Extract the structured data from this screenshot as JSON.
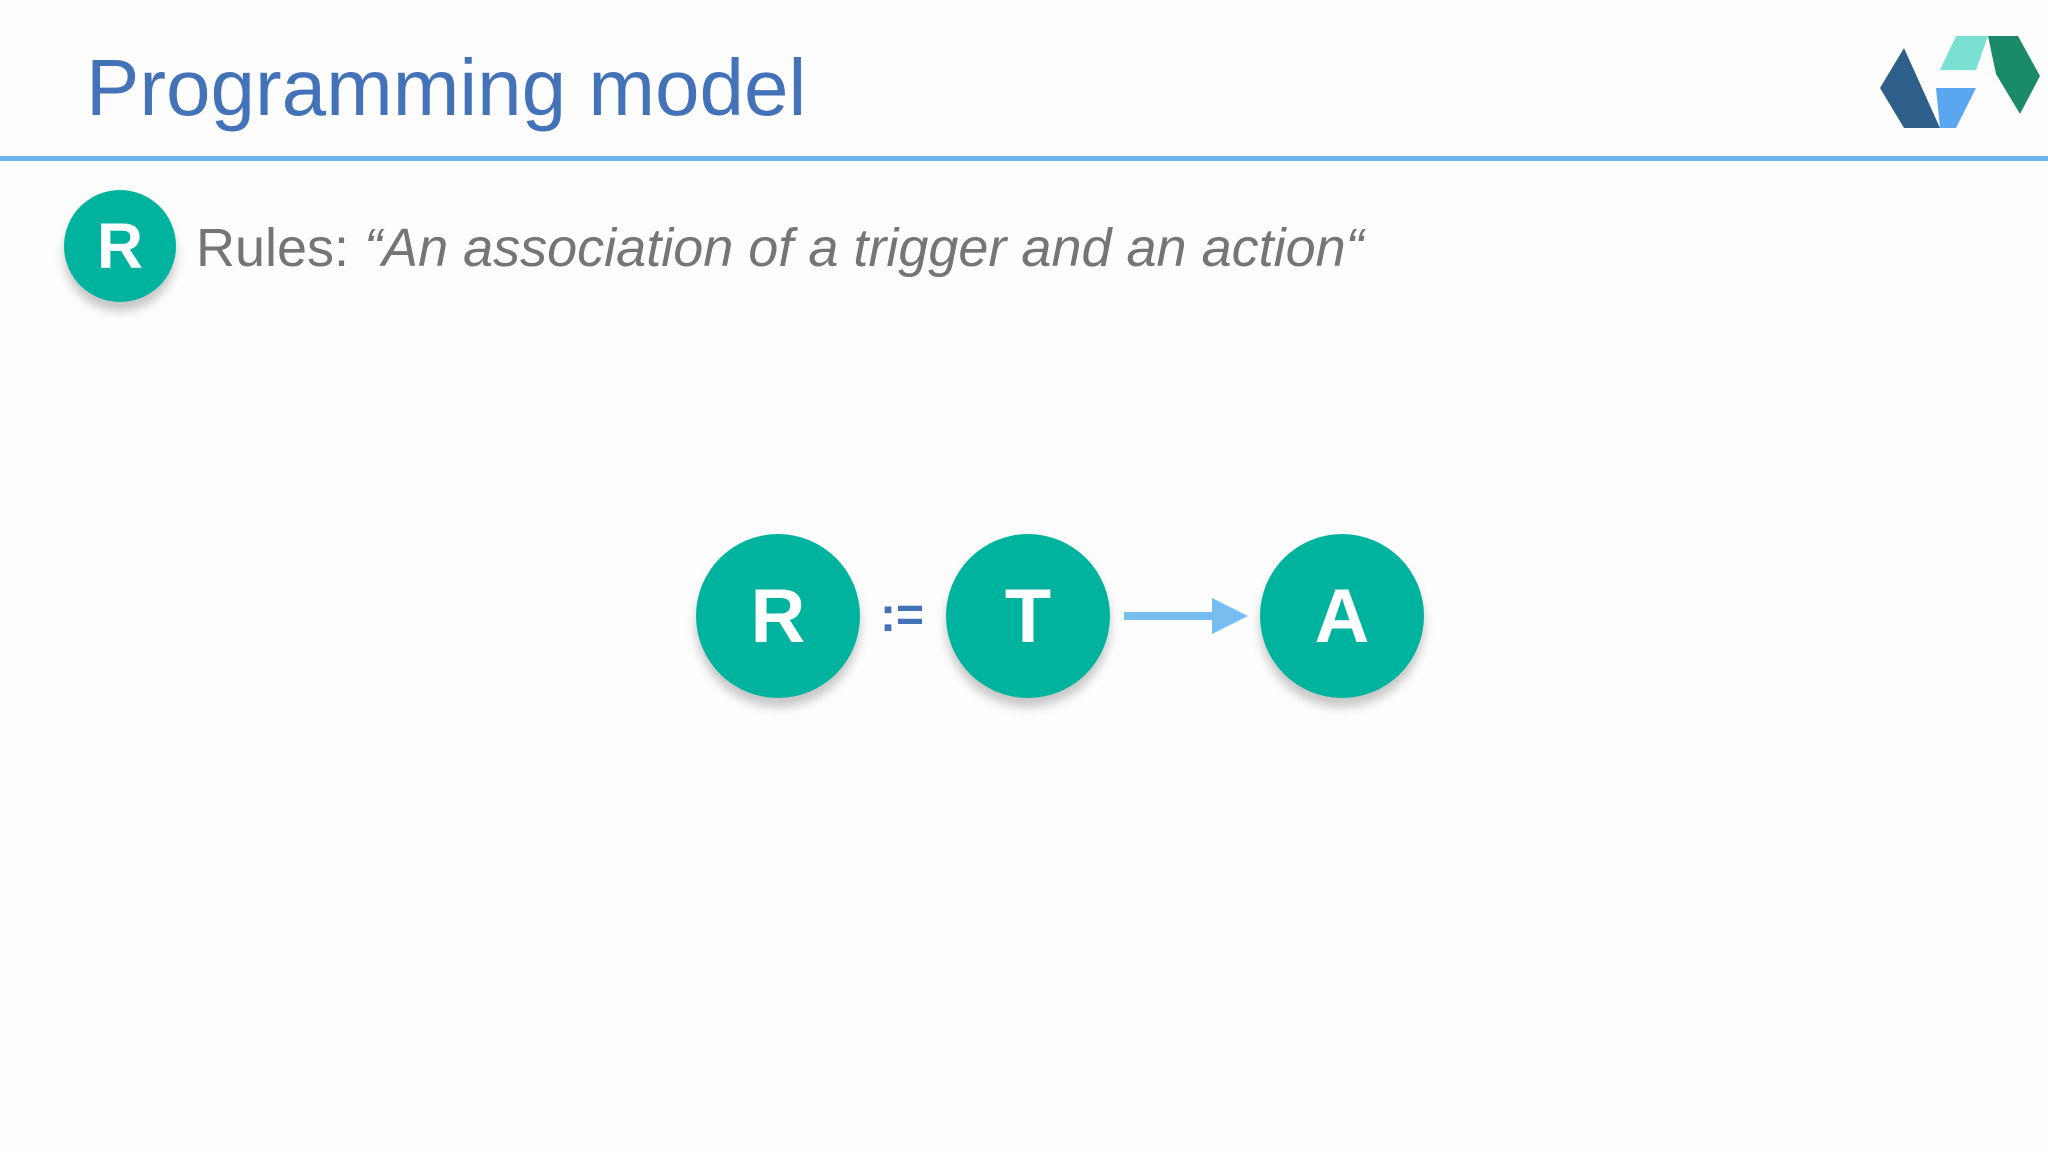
{
  "slide": {
    "title": "Programming model",
    "bullet": {
      "badge": "R",
      "label": "Rules: ",
      "quote": "“An association of a trigger and an action“"
    },
    "diagram": {
      "left": "R",
      "operator": ":=",
      "trigger": "T",
      "action": "A"
    }
  },
  "colors": {
    "title": "#4472b8",
    "accent_rule": "#6cb6ea",
    "circle": "#00b39f",
    "text_gray": "#757575",
    "arrow": "#78bdf0"
  },
  "icons": {
    "logo": "logo-icon",
    "arrow": "arrow-right-icon"
  }
}
